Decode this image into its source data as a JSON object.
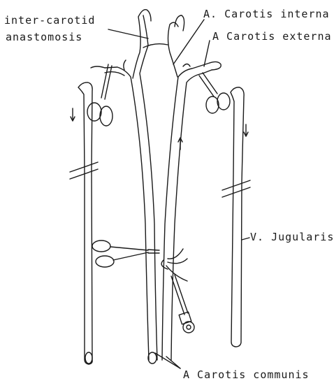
{
  "labels": {
    "inter_carotid_line1": "inter-carotid",
    "inter_carotid_line2": "anastomosis",
    "carotis_interna": "A. Carotis interna",
    "carotis_externa": "A Carotis externa",
    "jugularis": "V. Jugularis",
    "carotis_communis": "A Carotis communis"
  },
  "icons": [
    "forceps-clamp-icon",
    "hemostat-clamp-icon",
    "cannula-icon",
    "ligature-icon",
    "flow-arrow-icon"
  ],
  "colors": {
    "ink": "#1a1a1a",
    "background": "#ffffff"
  }
}
